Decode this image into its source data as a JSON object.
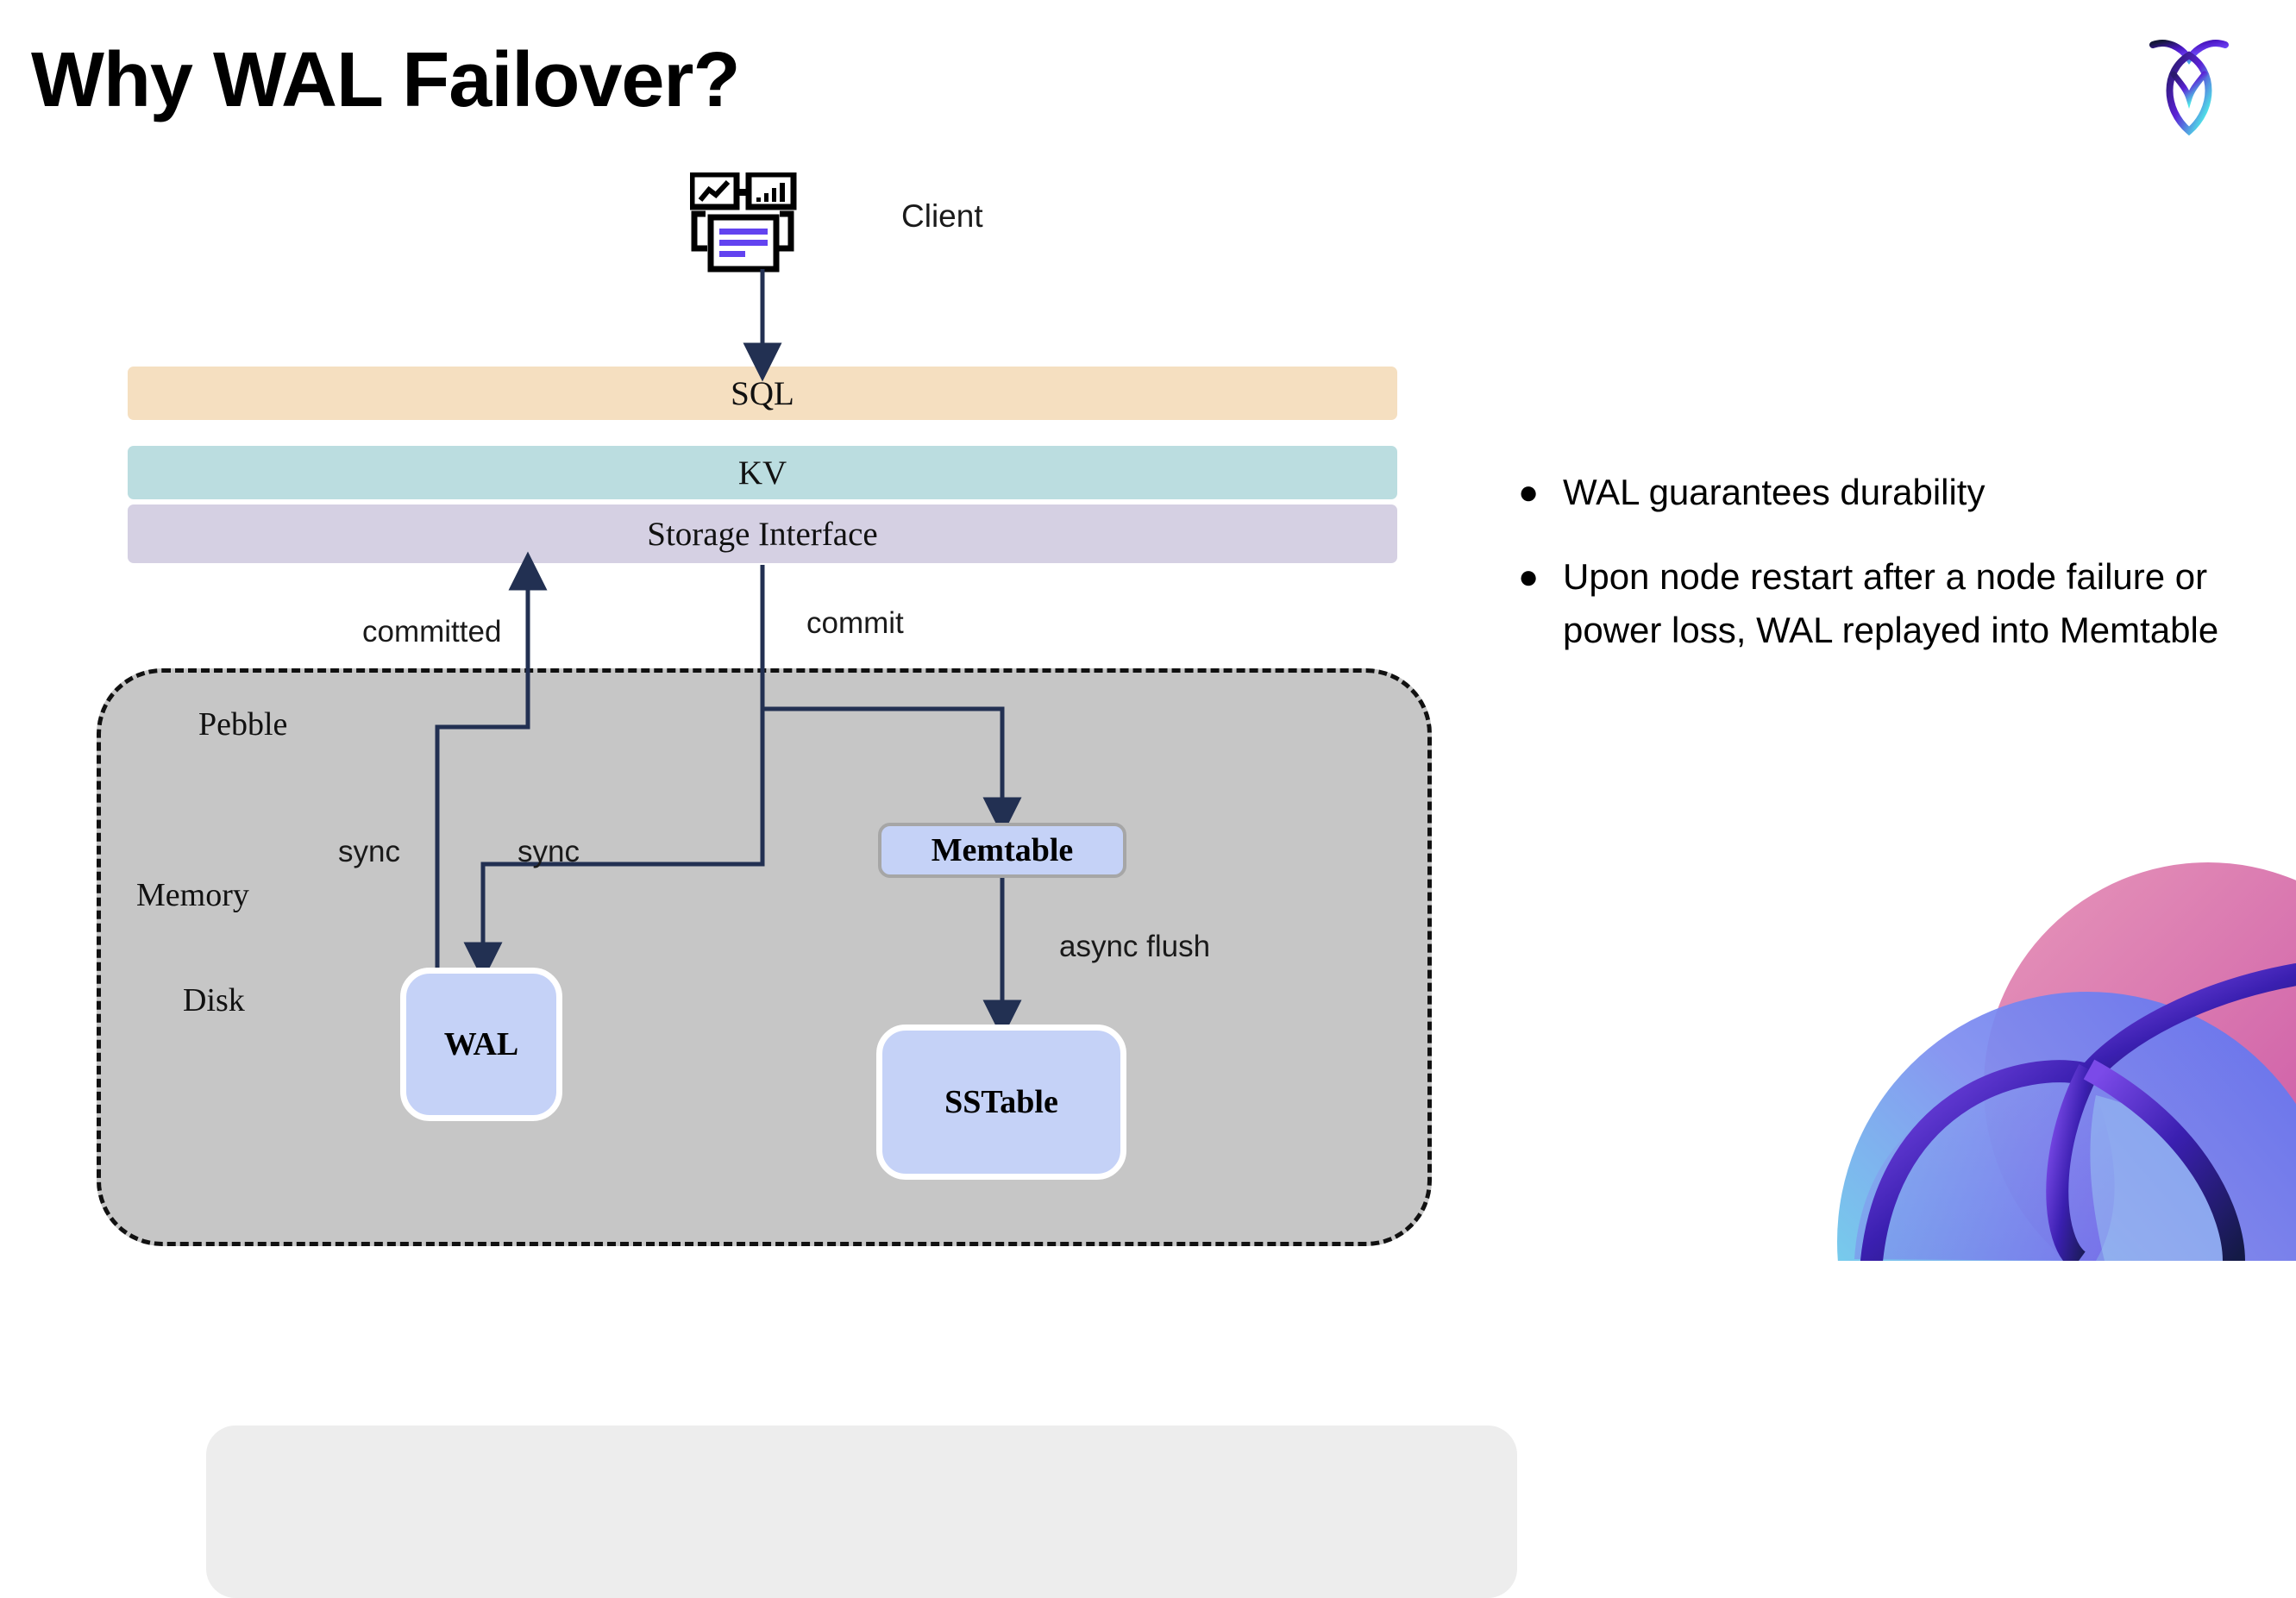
{
  "slide": {
    "title": "Why WAL Failover?"
  },
  "brand": {
    "logo_icon": "cockroach-leaf-logo",
    "decor_icon": "cockroach-leaf-decoration",
    "gradient_dark": "#1b1f4b",
    "gradient_purple": "#5b21d6",
    "gradient_cyan": "#4fe8e8",
    "gradient_pink": "#e0699f",
    "gradient_magenta": "#c0399b"
  },
  "diagram": {
    "client": {
      "label": "Client",
      "icon": "client-dashboard-icon",
      "accent_color": "#6243f0"
    },
    "layers": [
      {
        "label": "SQL",
        "color": "#f5dfc0"
      },
      {
        "label": "KV",
        "color": "#bbdde0"
      },
      {
        "label": "Storage Interface",
        "color": "#d5d0e3"
      }
    ],
    "pebble": {
      "label": "Pebble",
      "fill": "#c6c6c6",
      "border_color": "#111111",
      "regions": [
        {
          "label": "Memory",
          "fill": "#ededed"
        },
        {
          "label": "Disk",
          "fill": "#c6c6c6"
        }
      ]
    },
    "nodes": [
      {
        "id": "memtable",
        "label": "Memtable",
        "color": "#c5d2f7"
      },
      {
        "id": "wal",
        "label": "WAL",
        "color": "#c5d2f7"
      },
      {
        "id": "sstable",
        "label": "SSTable",
        "color": "#c5d2f7"
      }
    ],
    "edges": [
      {
        "id": "committed",
        "label": "committed"
      },
      {
        "id": "commit",
        "label": "commit"
      },
      {
        "id": "sync-left",
        "label": "sync"
      },
      {
        "id": "sync-right",
        "label": "sync"
      },
      {
        "id": "async-flush",
        "label": "async flush"
      }
    ],
    "arrow_color": "#223052"
  },
  "bullets": [
    {
      "marker": "●",
      "text": "WAL guarantees durability"
    },
    {
      "marker": "●",
      "text": "Upon node restart after a node failure or power loss, WAL replayed into Memtable"
    }
  ]
}
